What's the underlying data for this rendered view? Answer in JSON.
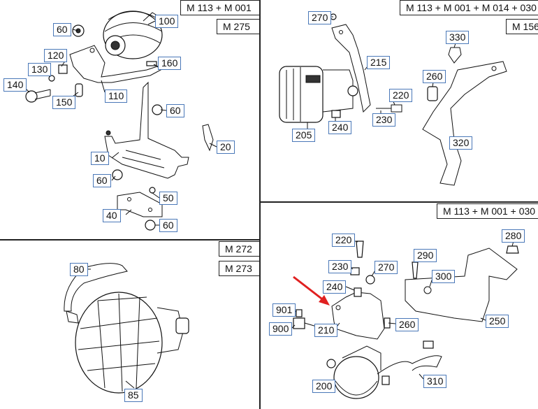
{
  "sections": {
    "top_left": {
      "headers": [
        "M 113 + M 001",
        "M 275"
      ]
    },
    "top_right": {
      "headers": [
        "M 113 + M 001 + M 014 + 030",
        "M 156"
      ]
    },
    "bottom_left": {
      "headers": [
        "M 272",
        "M 273"
      ]
    },
    "bottom_right": {
      "headers": [
        "M 113 + M 001 + 030"
      ]
    }
  },
  "callouts": {
    "tl": [
      "60",
      "100",
      "120",
      "130",
      "140",
      "160",
      "110",
      "150",
      "60",
      "20",
      "10",
      "60",
      "50",
      "40",
      "60"
    ],
    "tr": [
      "270",
      "215",
      "330",
      "260",
      "220",
      "230",
      "240",
      "205",
      "320"
    ],
    "bl": [
      "80",
      "85"
    ],
    "br": [
      "220",
      "280",
      "230",
      "270",
      "290",
      "240",
      "300",
      "901",
      "260",
      "900",
      "210",
      "250",
      "200",
      "310"
    ]
  },
  "colors": {
    "callout_border": "#4a78b8",
    "arrow": "#e02020",
    "line": "#222222"
  }
}
